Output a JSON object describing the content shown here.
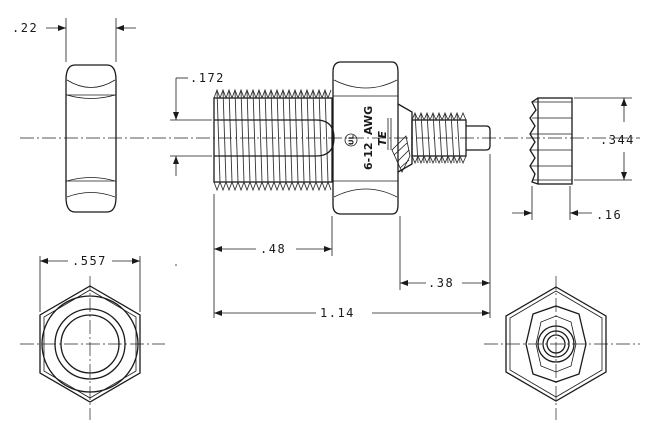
{
  "dimensions": {
    "nut_thickness": ".22",
    "thread_offset": ".172",
    "left_thread_length": ".48",
    "right_thread_length": ".38",
    "overall_length": "1.14",
    "across_flats": ".557",
    "washer_diameter": ".344",
    "washer_thickness": ".16"
  },
  "markings": {
    "wire_range": "6-12",
    "wire_unit": "AWG",
    "brand": "TE",
    "listing": "UL"
  }
}
